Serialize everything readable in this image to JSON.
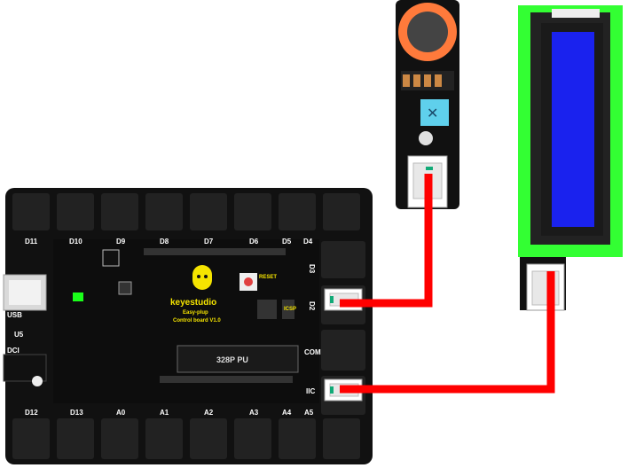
{
  "board": {
    "brand": "keyestudio",
    "subtitle1": "Easy-plup",
    "subtitle2": "Control board V1.0",
    "chip": "328P PU",
    "reset": "RESET",
    "icsp": "ICSP",
    "top_ports": [
      "D11",
      "D10",
      "D9",
      "D8",
      "D7",
      "D6",
      "D5",
      "D4"
    ],
    "bottom_ports": [
      "D12",
      "D13",
      "A0",
      "A1",
      "A2",
      "A3",
      "A4",
      "A5"
    ],
    "right_ports": [
      "D3",
      "D2",
      "COM",
      "IIC"
    ],
    "left_labels": {
      "usb": "USB",
      "u5": "U5",
      "dci": "DCI"
    },
    "right_connected": [
      "D2",
      "IIC"
    ]
  },
  "gas_sensor": {
    "name": "gas-sensor-module"
  },
  "lcd": {
    "name": "i2c-lcd-1602-module"
  },
  "wires": {
    "color": "#ff0000"
  }
}
